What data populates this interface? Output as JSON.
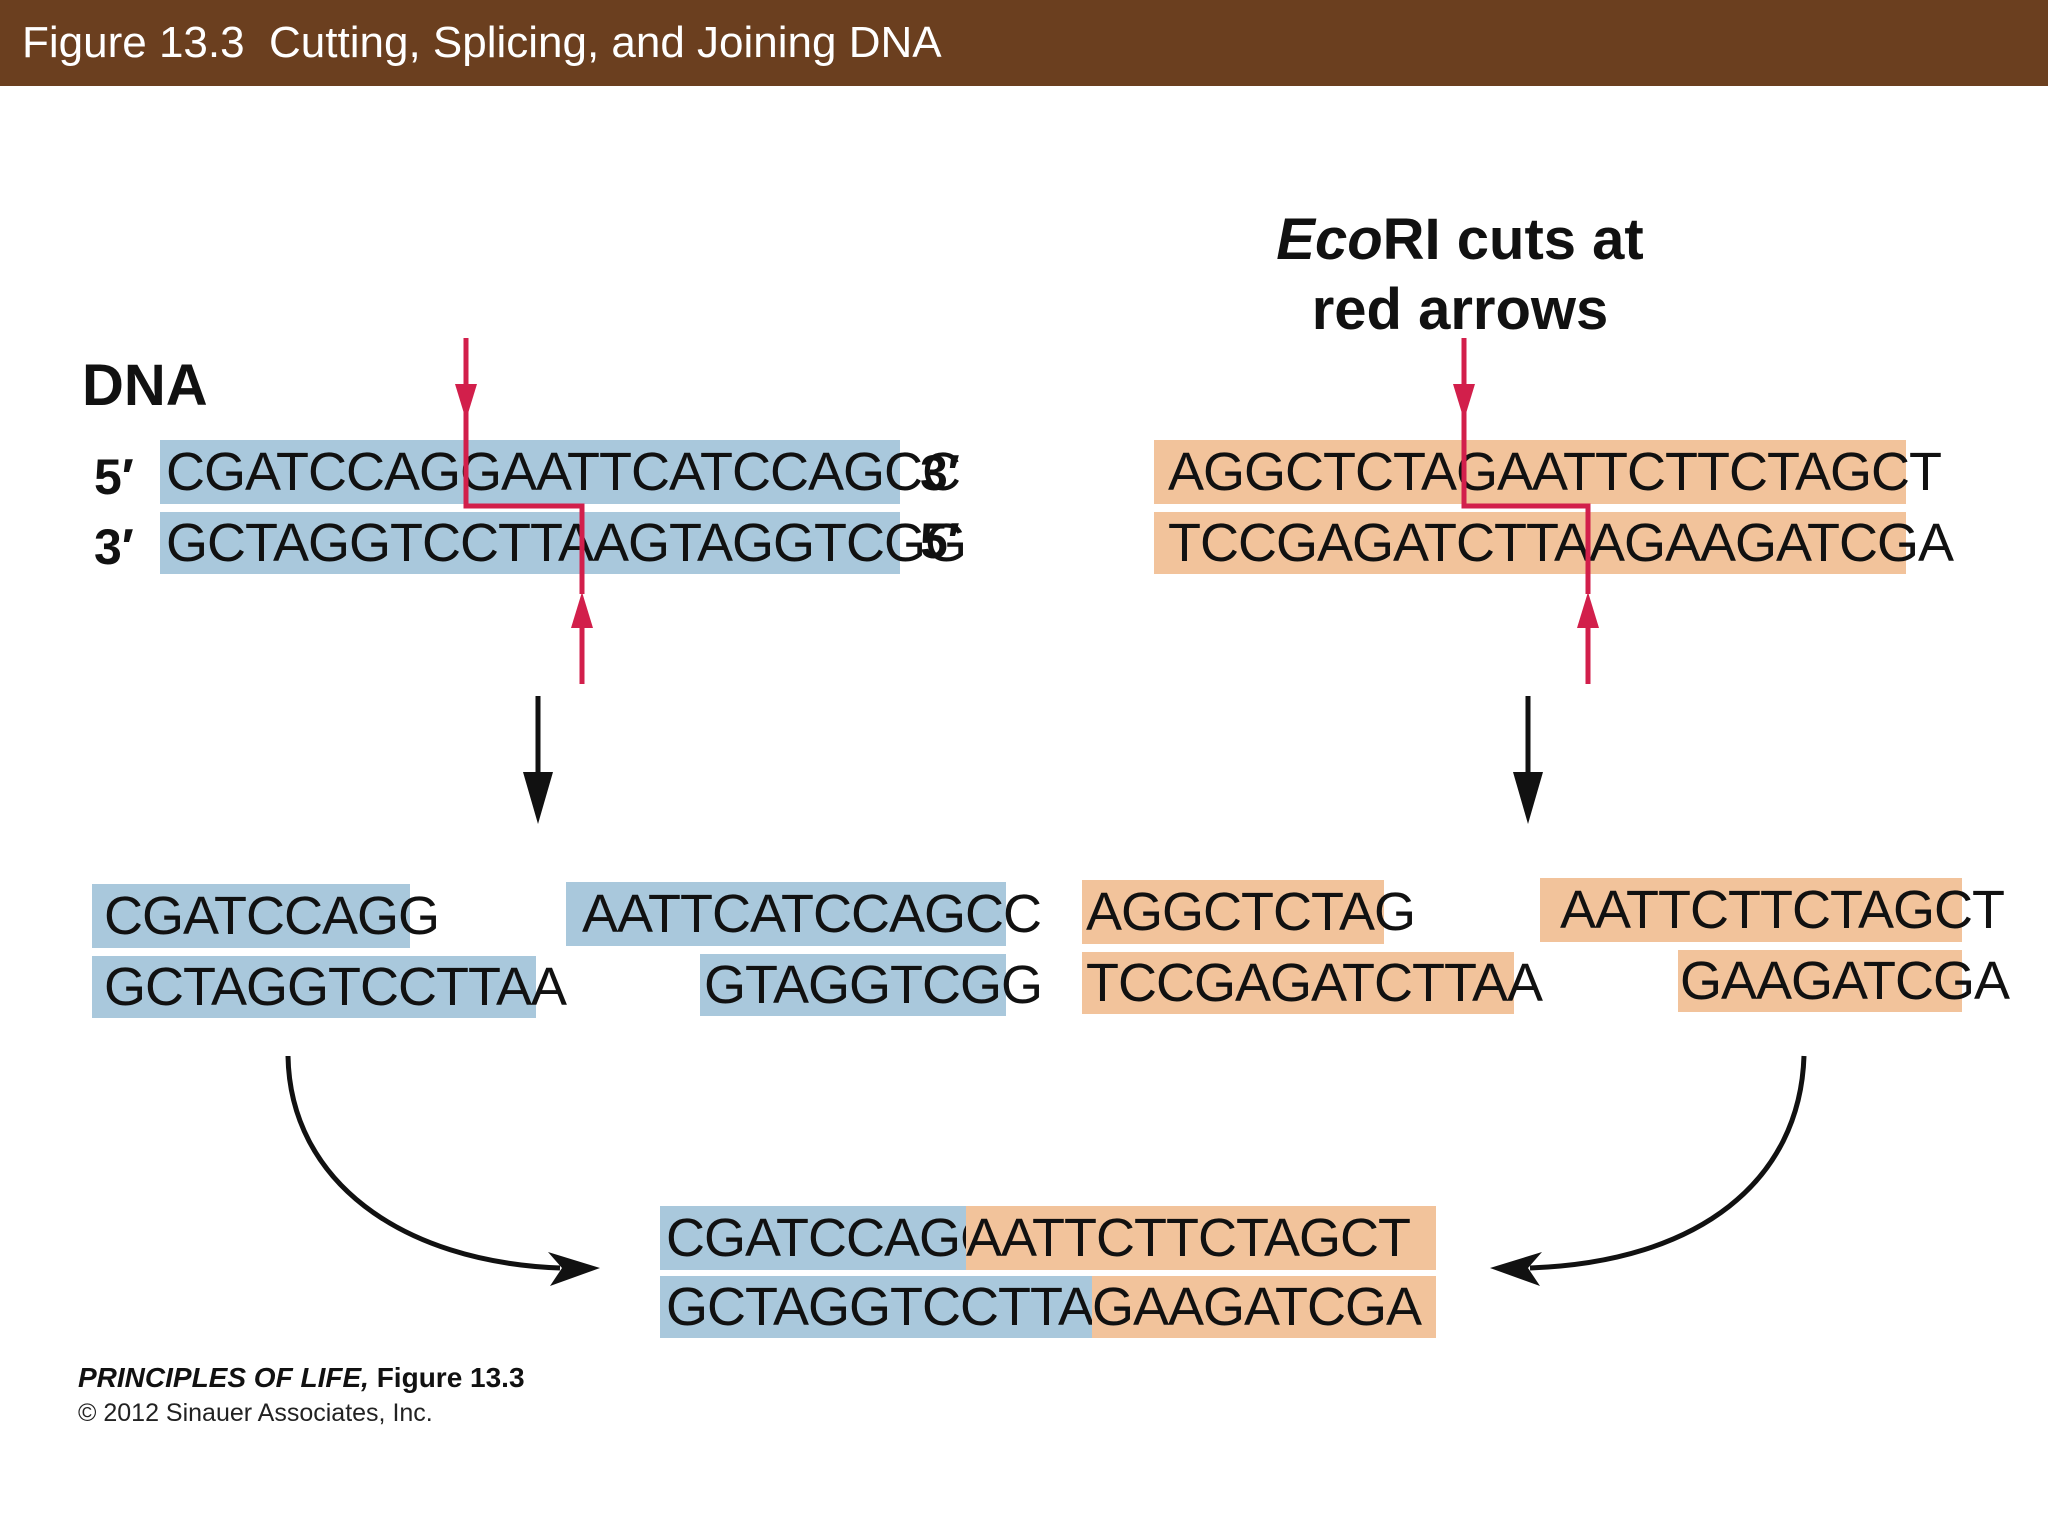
{
  "header": {
    "title": "Figure 13.3  Cutting, Splicing, and Joining DNA"
  },
  "labels": {
    "dna": "DNA",
    "five_prime": "5′",
    "three_prime": "3′",
    "enzyme_italic": "Eco",
    "enzyme_rest": "RI cuts at",
    "enzyme_line2": "red arrows"
  },
  "colors": {
    "title_bar": "#6b3f1f",
    "blue_dna": "#a9c8dc",
    "orange_dna": "#f2c39b",
    "cut_arrow": "#d21f4b",
    "flow_arrow": "#111111"
  },
  "dna_blue": {
    "top": "CGATCCAGGAATTCATCCAGCC",
    "bottom": "GCTAGGTCCTTAAGTAGGTCGG"
  },
  "dna_orange": {
    "top": "AGGCTCTAGAATTCTTCTAGCT",
    "bottom": "TCCGAGATCTTAAGAAGATCGA"
  },
  "fragments": {
    "blue_left_top": "CGATCCAGG",
    "blue_left_bottom": "GCTAGGTCCTTAA",
    "blue_right_top": "AATTCATCCAGCC",
    "blue_right_bottom": "GTAGGTCGG",
    "orange_left_top": "AGGCTCTAG",
    "orange_left_bottom": "TCCGAGATCTTAA",
    "orange_right_top": "AATTCTTCTAGCT",
    "orange_right_bottom": "GAAGATCGA"
  },
  "recombinant": {
    "top_blue": "CGATCCAGG",
    "top_orange": "AATTCTTCTAGCT",
    "bottom_blue": "GCTAGGTCCTTAA",
    "bottom_orange": "GAAGATCGA"
  },
  "credit": {
    "book": "PRINCIPLES OF LIFE,",
    "figure": " Figure 13.3",
    "copyright": "© 2012 Sinauer Associates, Inc."
  }
}
